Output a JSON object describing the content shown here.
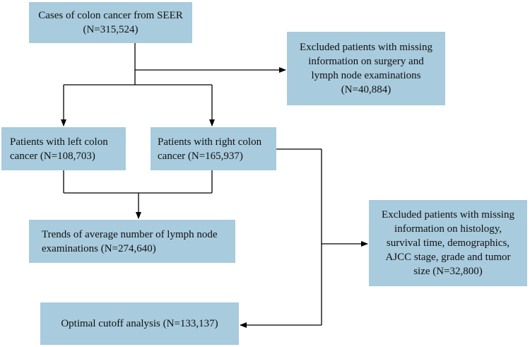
{
  "boxes": {
    "seer": {
      "text": "Cases of colon cancer from SEER\n(N=315,524)"
    },
    "excluded_surgery": {
      "text": "Excluded patients with missing\ninformation on surgery and\nlymph node examinations\n(N=40,884)"
    },
    "left_colon": {
      "text": "Patients with left colon\ncancer (N=108,703)"
    },
    "right_colon": {
      "text": "Patients with right colon\ncancer (N=165,937)"
    },
    "trends": {
      "text": "Trends of average number of lymph node\nexaminations (N=274,640)"
    },
    "excluded_histology": {
      "text": "Excluded patients with missing\ninformation on histology,\nsurvival time, demographics,\nAJCC stage, grade and tumor\nsize (N=32,800)"
    },
    "cutoff": {
      "text": "Optimal cutoff analysis (N=133,137)"
    }
  },
  "colors": {
    "box_fill": "#a8cbdd",
    "line": "#000000",
    "text": "#111111"
  }
}
